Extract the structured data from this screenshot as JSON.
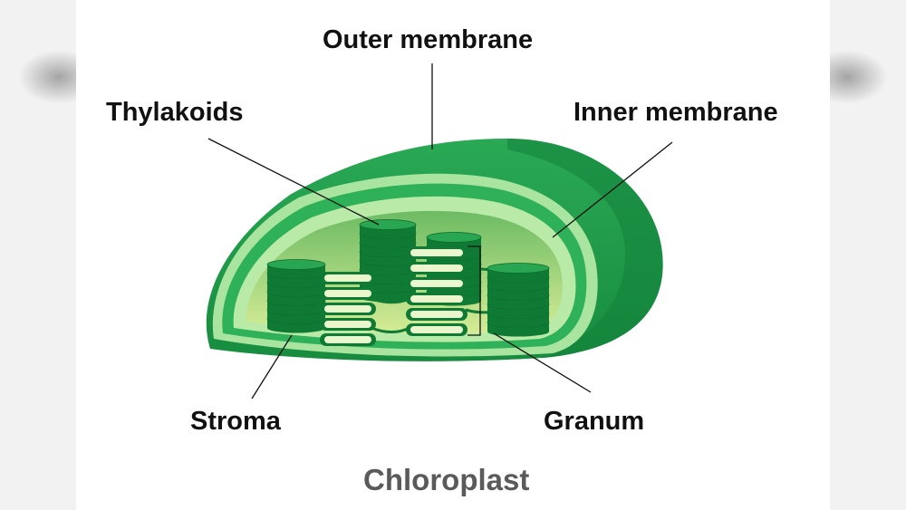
{
  "labels": {
    "outer_membrane": "Outer membrane",
    "thylakoids": "Thylakoids",
    "inner_membrane": "Inner membrane",
    "stroma": "Stroma",
    "granum": "Granum"
  },
  "caption": "Chloroplast",
  "colors": {
    "outer_membrane": "#1f9b48",
    "outer_shade": "#13823a",
    "inner_ring": "#a9e4a0",
    "intermembrane": "#2fb159",
    "stroma": "#c4e48a",
    "thylakoid": "#29a651",
    "thylakoid_dark": "#0f7a34",
    "caption": "#5a5a5a"
  }
}
